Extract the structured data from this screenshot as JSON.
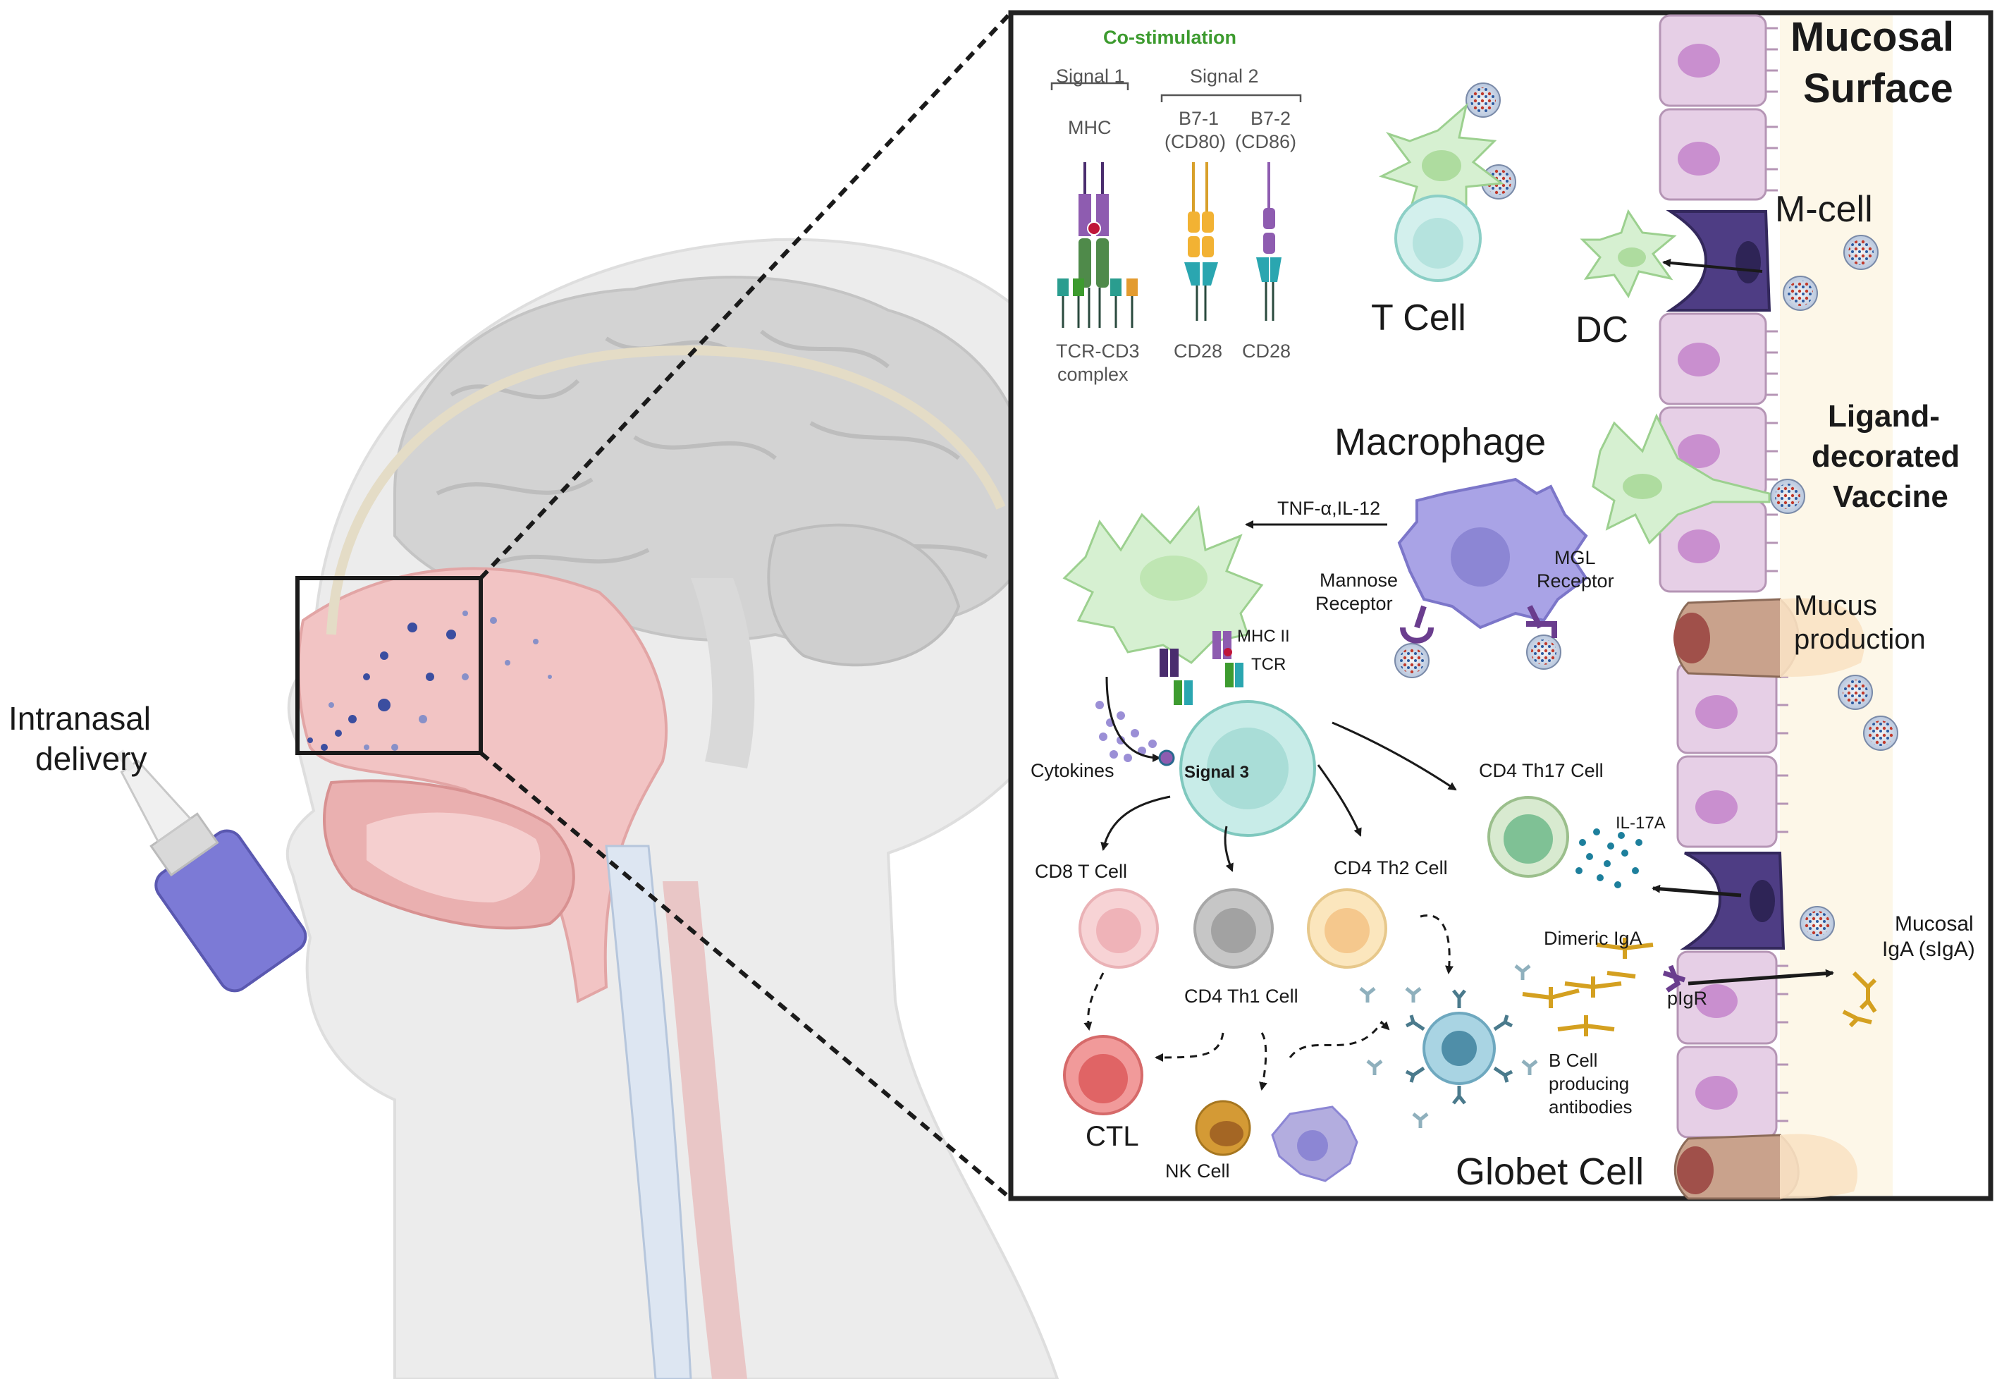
{
  "colors": {
    "costim": "#3d9b2f",
    "frame": "#222222",
    "skin": "#ececec",
    "tissue": "#f2c4c4",
    "epithelium": "#e6cfe6",
    "mcell": "#4e3d84",
    "dc": "#d6f0d1",
    "macrophage": "#a9a3e6",
    "tcell": "#c8ece8",
    "mucus": "#fae2c4"
  },
  "left": {
    "delivery_line1": "Intranasal",
    "delivery_line2": "delivery"
  },
  "costim": {
    "title": "Co-stimulation",
    "signal1": "Signal 1",
    "signal2": "Signal 2",
    "mhc": "MHC",
    "b71_l1": "B7-1",
    "b71_l2": "(CD80)",
    "b72_l1": "B7-2",
    "b72_l2": "(CD86)",
    "tcr_l1": "TCR-CD3",
    "tcr_l2": "complex",
    "cd28a": "CD28",
    "cd28b": "CD28"
  },
  "cells": {
    "tcell": "T Cell",
    "dc": "DC",
    "mcell": "M-cell",
    "macrophage": "Macrophage",
    "mannose_l1": "Mannose",
    "mannose_l2": "Receptor",
    "mgl_l1": "MGL",
    "mgl_l2": "Receptor",
    "tnf": "TNF-α,IL-12",
    "mhcii": "MHC II",
    "tcr": "TCR",
    "cytokines": "Cytokines",
    "signal3": "Signal 3",
    "th17": "CD4 Th17 Cell",
    "il17a": "IL-17A",
    "cd8": "CD8 T Cell",
    "th1": "CD4 Th1 Cell",
    "th2": "CD4 Th2 Cell",
    "ctl": "CTL",
    "nk": "NK Cell",
    "dimeric": "Dimeric IgA",
    "pigr": "pIgR",
    "bcell_l1": "B Cell",
    "bcell_l2": "producing",
    "bcell_l3": "antibodies",
    "globet": "Globet Cell"
  },
  "right": {
    "mucosal_l1": "Mucosal",
    "mucosal_l2": "Surface",
    "ligand_l1": "Ligand-",
    "ligand_l2": "decorated",
    "ligand_l3": "Vaccine",
    "mucus_l1": "Mucus",
    "mucus_l2": "production",
    "siga_l1": "Mucosal",
    "siga_l2": "IgA (sIgA)"
  }
}
